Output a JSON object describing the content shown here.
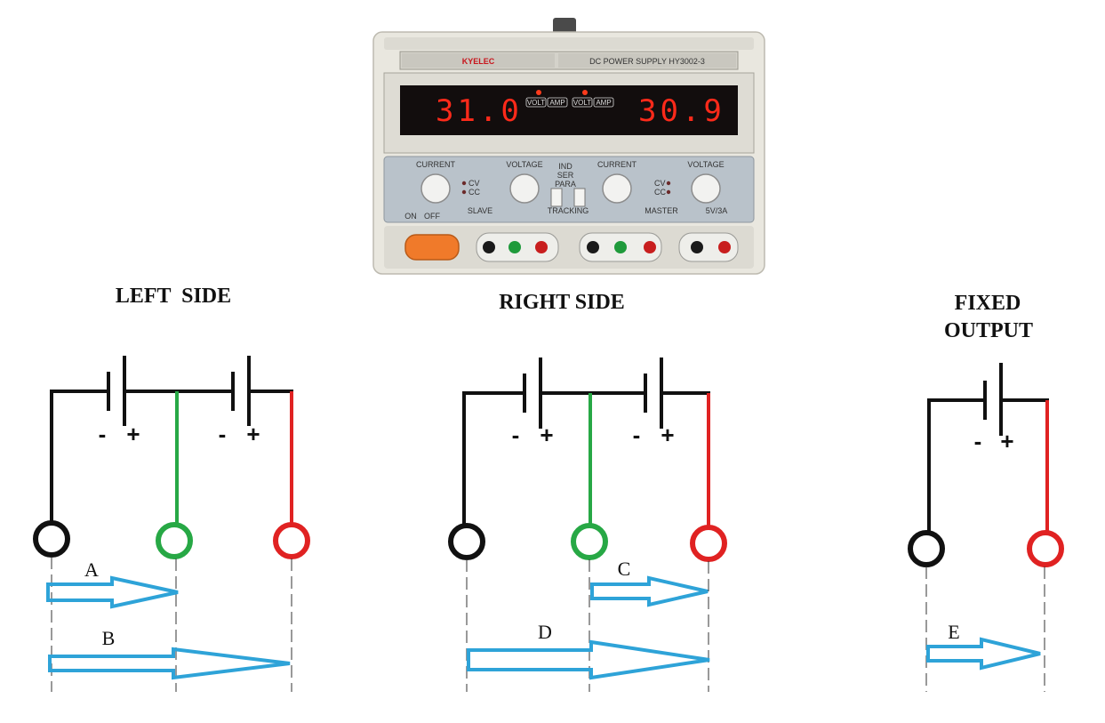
{
  "device": {
    "brand": "KYELEC",
    "model": "DC POWER SUPPLY HY3002-3",
    "display_left": "31.0",
    "display_right": "30.9",
    "knob_labels": [
      "CURRENT",
      "VOLTAGE",
      "CURRENT",
      "VOLTAGE"
    ],
    "mode_labels": [
      "IND",
      "SER",
      "PARA"
    ],
    "section_labels": [
      "SLAVE",
      "TRACKING",
      "MASTER",
      "5V/3A"
    ],
    "indicator_labels": [
      "VOLT",
      "AMP",
      "VOLT",
      "AMP"
    ],
    "small_labels": [
      "CV",
      "CC"
    ],
    "power_labels": [
      "ON",
      "OFF"
    ]
  },
  "sections": [
    {
      "id": "left",
      "lines": [
        "LEFT  SIDE"
      ]
    },
    {
      "id": "right",
      "lines": [
        "RIGHT SIDE"
      ]
    },
    {
      "id": "fixed",
      "lines": [
        "FIXED",
        "OUTPUT"
      ]
    }
  ],
  "battery_signs": {
    "minus": "-",
    "plus": "+"
  },
  "arrows": [
    {
      "id": "A",
      "label": "A"
    },
    {
      "id": "B",
      "label": "B"
    },
    {
      "id": "C",
      "label": "C"
    },
    {
      "id": "D",
      "label": "D"
    },
    {
      "id": "E",
      "label": "E"
    }
  ],
  "colors": {
    "negative": "#111111",
    "common": "#27a845",
    "positive": "#e02222",
    "arrow": "#2ea3d8",
    "lcd": "#ff2a1a"
  }
}
